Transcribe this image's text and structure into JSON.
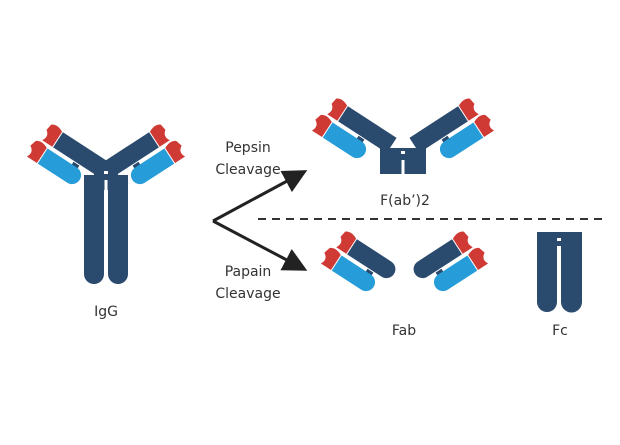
{
  "labels": {
    "igg": "IgG",
    "pepsin_line1": "Pepsin",
    "pepsin_line2": "Cleavage",
    "papain_line1": "Papain",
    "papain_line2": "Cleavage",
    "fab2": "F(ab’)2",
    "fab": "Fab",
    "fc": "Fc"
  },
  "colors": {
    "heavy_chain": "#2a4a6e",
    "light_chain": "#269cd8",
    "variable_region": "#d03a35",
    "arrow": "#222222",
    "divider": "#333333"
  }
}
